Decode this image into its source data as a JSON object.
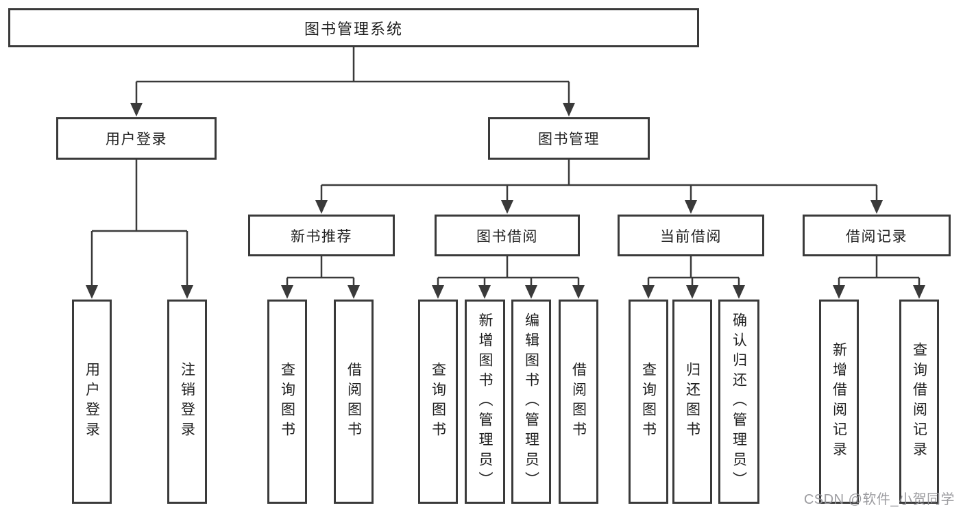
{
  "diagram": {
    "tree": {
      "label": "图书管理系统",
      "children": [
        {
          "label": "用户登录",
          "children": [
            {
              "label": "用户登录"
            },
            {
              "label": "注销登录"
            }
          ]
        },
        {
          "label": "图书管理",
          "children": [
            {
              "label": "新书推荐",
              "children": [
                {
                  "label": "查询图书"
                },
                {
                  "label": "借阅图书"
                }
              ]
            },
            {
              "label": "图书借阅",
              "children": [
                {
                  "label": "查询图书"
                },
                {
                  "label": "新增图书（管理员）"
                },
                {
                  "label": "编辑图书（管理员）"
                },
                {
                  "label": "借阅图书"
                }
              ]
            },
            {
              "label": "当前借阅",
              "children": [
                {
                  "label": "查询图书"
                },
                {
                  "label": "归还图书"
                },
                {
                  "label": "确认归还（管理员）"
                }
              ]
            },
            {
              "label": "借阅记录",
              "children": [
                {
                  "label": "新增借阅记录"
                },
                {
                  "label": "查询借阅记录"
                }
              ]
            }
          ]
        }
      ]
    },
    "colors": {
      "line": "#3a3a3a",
      "box_border": "#3a3a3a",
      "box_fill": "#ffffff",
      "text": "#1f1f1f",
      "watermark": "#949498"
    }
  },
  "watermark": "CSDN @软件_小贺同学"
}
